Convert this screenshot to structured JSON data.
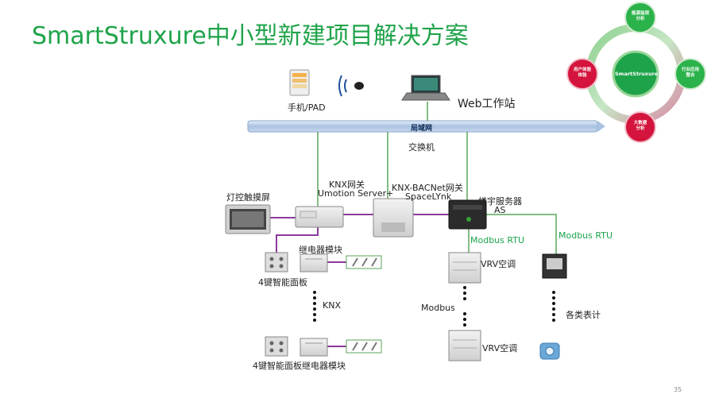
{
  "title": "SmartStruxure中小型新建项目解决方案",
  "page_number": "35",
  "network": {
    "lan_label": "局域网",
    "switch_label": "交换机",
    "web_station_label": "Web工作站",
    "mobile_label": "手机/PAD"
  },
  "devices": {
    "touchscreen_label": "灯控触摸屏",
    "knx_gateway_label_1": "KNX网关",
    "knx_gateway_label_2": "Umotion Server+",
    "bacnet_gateway_label_1": "KNX-BACNet网关",
    "bacnet_gateway_label_2": "SpaceLYnk",
    "as_label_1": "楼宇服务器",
    "as_label_2": "AS",
    "relay_label": "继电器模块",
    "panel_4key_label": "4键智能面板",
    "knx_bus_label": "KNX",
    "panel_relay_label": "4键智能面板继电器模块",
    "modbus_rtu_1": "Modbus RTU",
    "modbus_rtu_2": "Modbus RTU",
    "vrv_label_1": "VRV空调",
    "vrv_label_2": "VRV空调",
    "modbus_label": "Modbus",
    "meters_label": "各类表计"
  },
  "ring": {
    "center": "SmartStruxure",
    "top": "能源监视\n分析",
    "right": "行业应用\n整合",
    "bottom": "大数据\n分析",
    "left": "用户体验\n体验"
  },
  "colors": {
    "title": "#1fa34a",
    "lan_bar": "#b7cce6",
    "green_line": "#5aa55a",
    "purple_line": "#8a3a9a",
    "ring_green": "#2bb24a",
    "ring_red": "#d4143c"
  }
}
